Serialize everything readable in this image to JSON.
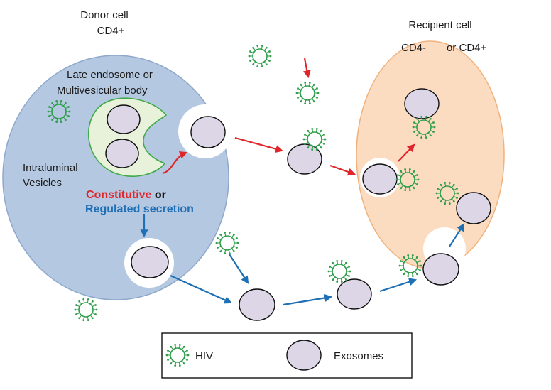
{
  "labels": {
    "donor_title": "Donor cell",
    "donor_subtitle": "CD4+",
    "recipient_title": "Recipient cell",
    "recipient_cd4_neg": "CD4-",
    "recipient_cd4_pos": "or CD4+",
    "endosome_line1": "Late endosome or",
    "endosome_line2": "Multivesicular body",
    "intraluminal_line1": "Intraluminal",
    "intraluminal_line2": "Vesicles",
    "constitutive": "Constitutive",
    "or_word": " or",
    "regulated": "Regulated secretion"
  },
  "legend": {
    "hiv_label": "HIV",
    "exosome_label": "Exosomes"
  },
  "colors": {
    "donor_fill": "#b5c8e1",
    "donor_stroke": "#8ea8cc",
    "recipient_fill": "#fbdcc1",
    "recipient_stroke": "#f0b27d",
    "endosome_fill": "#e8f2da",
    "endosome_stroke": "#3faa47",
    "exosome_fill": "#dcd6e6",
    "exosome_stroke": "#111111",
    "hiv": "#2e9e4a",
    "constitutive": "#e0262a",
    "regulated": "#1f6fb5"
  },
  "icons": {
    "virus": "hiv-virus-icon",
    "exosome": "exosome-icon"
  }
}
